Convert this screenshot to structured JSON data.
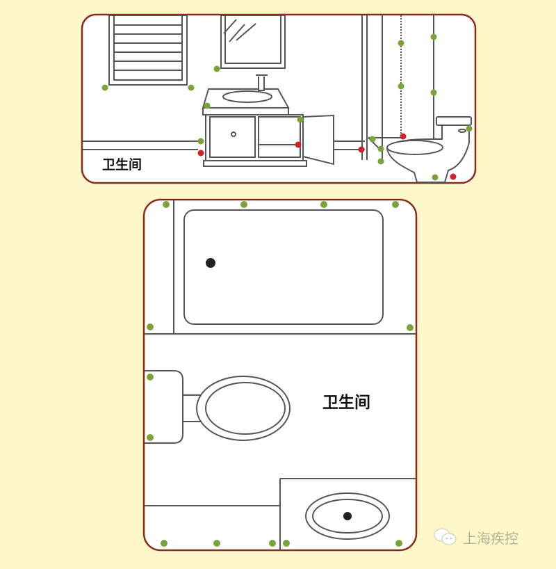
{
  "top_panel": {
    "label": "卫生间"
  },
  "floor_plan": {
    "label": "卫生间"
  },
  "watermark": {
    "text": "上海疾控",
    "icon": "wechat-icon"
  },
  "colors": {
    "background": "#fdf7c9",
    "border": "#8b2a1a",
    "safe_dot": "#7aa33a",
    "risk_dot": "#d0202a"
  }
}
